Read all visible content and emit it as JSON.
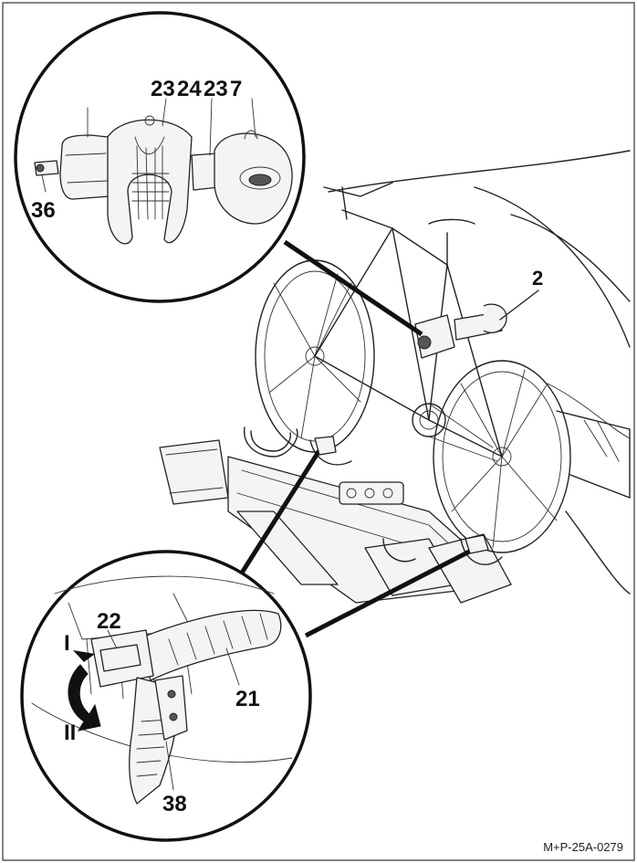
{
  "labels": {
    "clamp": "2",
    "arm_a": "23",
    "arm_b": "24",
    "arm_c": "23",
    "arm_d": "7",
    "lock": "36",
    "buckle": "22",
    "strap": "21",
    "cradle": "38",
    "direction_1": "I",
    "direction_2": "II"
  },
  "reference_code": "M+P-25A-0279"
}
